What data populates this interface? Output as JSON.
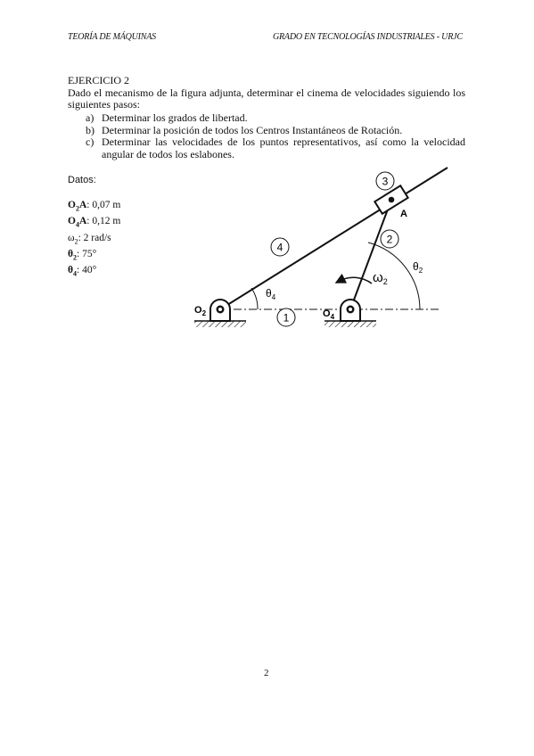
{
  "header": {
    "left": "TEORÍA DE MÁQUINAS",
    "right": "GRADO EN TECNOLOGÍAS INDUSTRIALES - URJC"
  },
  "exercise": {
    "title": "EJERCICIO 2",
    "intro": "Dado el mecanismo de la figura adjunta, determinar el cinema de velocidades siguiendo los siguientes pasos:",
    "steps": [
      {
        "label": "a)",
        "text": "Determinar los grados de libertad."
      },
      {
        "label": "b)",
        "text": "Determinar la posición de todos los Centros Instantáneos de Rotación."
      },
      {
        "label": "c)",
        "text": "Determinar las velocidades de los puntos representativos, así como la velocidad angular de todos los eslabones."
      }
    ]
  },
  "datos": {
    "heading": "Datos:",
    "items": [
      {
        "name": "O2A",
        "sub": "2",
        "value": ": 0,07 m"
      },
      {
        "name": "O4A",
        "sub": "4",
        "value": ": 0,12 m"
      },
      {
        "name": "ω2",
        "sub": "2",
        "value": ": 2 rad/s"
      },
      {
        "name": "θ2",
        "sub": "2",
        "value": ": 75°"
      },
      {
        "name": "θ4",
        "sub": "4",
        "value": ": 40°"
      }
    ]
  },
  "figure": {
    "link_labels": [
      "1",
      "2",
      "3",
      "4"
    ],
    "point_A": "A",
    "ground_O2": "O",
    "ground_O2_sub": "2",
    "ground_O4": "O",
    "ground_O4_sub": "4",
    "theta4": "θ",
    "theta4_sub": "4",
    "theta2": "θ",
    "theta2_sub": "2",
    "omega2": "ω",
    "omega2_sub": "2"
  },
  "page_number": "2"
}
